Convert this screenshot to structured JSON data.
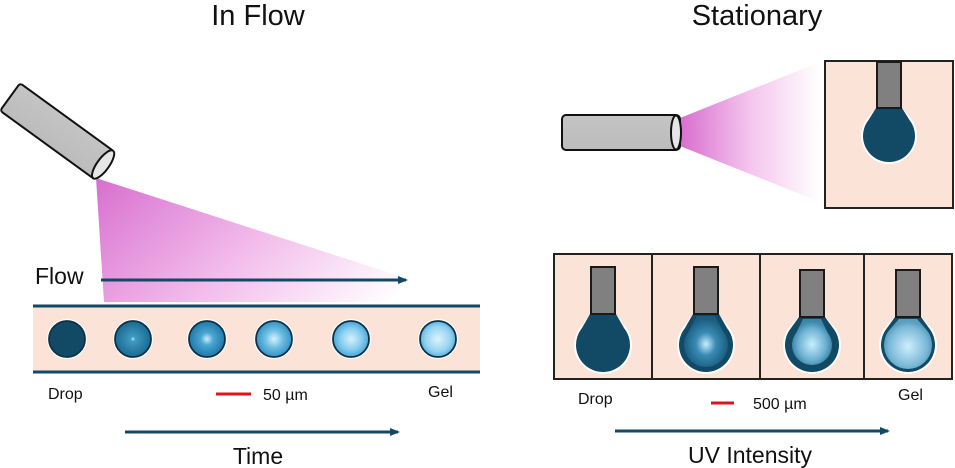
{
  "colors": {
    "navy": "#124a66",
    "channel_fill": "#fbe3d7",
    "uv_magenta": "#d86fcf",
    "scale_red": "#d8161c",
    "lamp_gray": "#c0c0c0",
    "needle_gray": "#808080"
  },
  "in_flow": {
    "title": "In Flow",
    "flow_label": "Flow",
    "start_label": "Drop",
    "end_label": "Gel",
    "scale_bar_label": "50 µm",
    "axis_label": "Time",
    "droplet_stages": [
      {
        "stage": "drop",
        "gelation": 0.0
      },
      {
        "stage": "gelling-1",
        "gelation": 0.2
      },
      {
        "stage": "gelling-2",
        "gelation": 0.4
      },
      {
        "stage": "gelling-3",
        "gelation": 0.6
      },
      {
        "stage": "gelling-4",
        "gelation": 0.8
      },
      {
        "stage": "gel",
        "gelation": 1.0
      }
    ]
  },
  "stationary": {
    "title": "Stationary",
    "start_label": "Drop",
    "end_label": "Gel",
    "scale_bar_label": "500 µm",
    "axis_label": "UV Intensity",
    "pendant_stages": [
      {
        "stage": "drop",
        "gelation": 0.0
      },
      {
        "stage": "partial-1",
        "gelation": 0.35
      },
      {
        "stage": "partial-2",
        "gelation": 0.7
      },
      {
        "stage": "gel",
        "gelation": 1.0
      }
    ]
  }
}
